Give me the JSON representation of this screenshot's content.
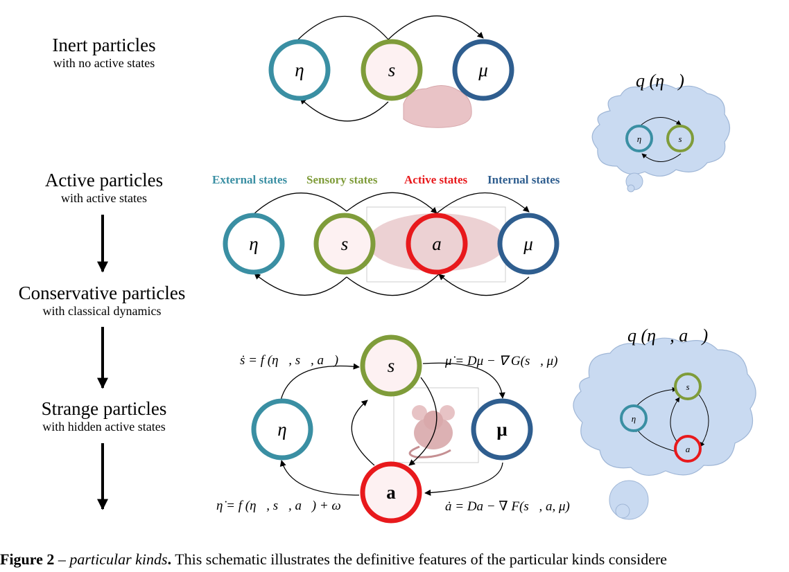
{
  "rows": {
    "inert": {
      "title": "Inert particles",
      "subtitle": "with no active states"
    },
    "active": {
      "title": "Active particles",
      "subtitle": "with active states"
    },
    "conservative": {
      "title": "Conservative particles",
      "subtitle": "with classical dynamics"
    },
    "strange": {
      "title": "Strange particles",
      "subtitle": "with hidden active states"
    }
  },
  "legend": {
    "external": "External states",
    "sensory": "Sensory states",
    "active": "Active states",
    "internal": "Internal states"
  },
  "nodes": {
    "eta": "η",
    "s": "s",
    "mu": "μ",
    "a": "a",
    "mu_bold": "μ",
    "a_bold": "a"
  },
  "equations": {
    "s": "ṡ = f (η⃗, s⃗, a⃗)",
    "mu": "μ̇ = Dμ − ∇ G(s⃗, μ)",
    "eta": "η̇ = f (η⃗, s⃗, a⃗) + ω",
    "a": "ȧ = Da − ∇ F(s⃗, a, μ)"
  },
  "thought": {
    "q1": "q (η⃗)",
    "q2": "q (η⃗, a⃗)"
  },
  "caption": {
    "bold": "Figure 2",
    "dash": " – ",
    "italic": "particular kinds",
    "bold_dot": ".",
    "rest": " This schematic illustrates the definitive features of the particular kinds considere"
  },
  "colors": {
    "external": "#3a8fa3",
    "sensory": "#7f9c3a",
    "active": "#e8191c",
    "internal": "#2f5e8f",
    "cloud": "#c9daf1",
    "node_fill": "#fdf1f2"
  }
}
